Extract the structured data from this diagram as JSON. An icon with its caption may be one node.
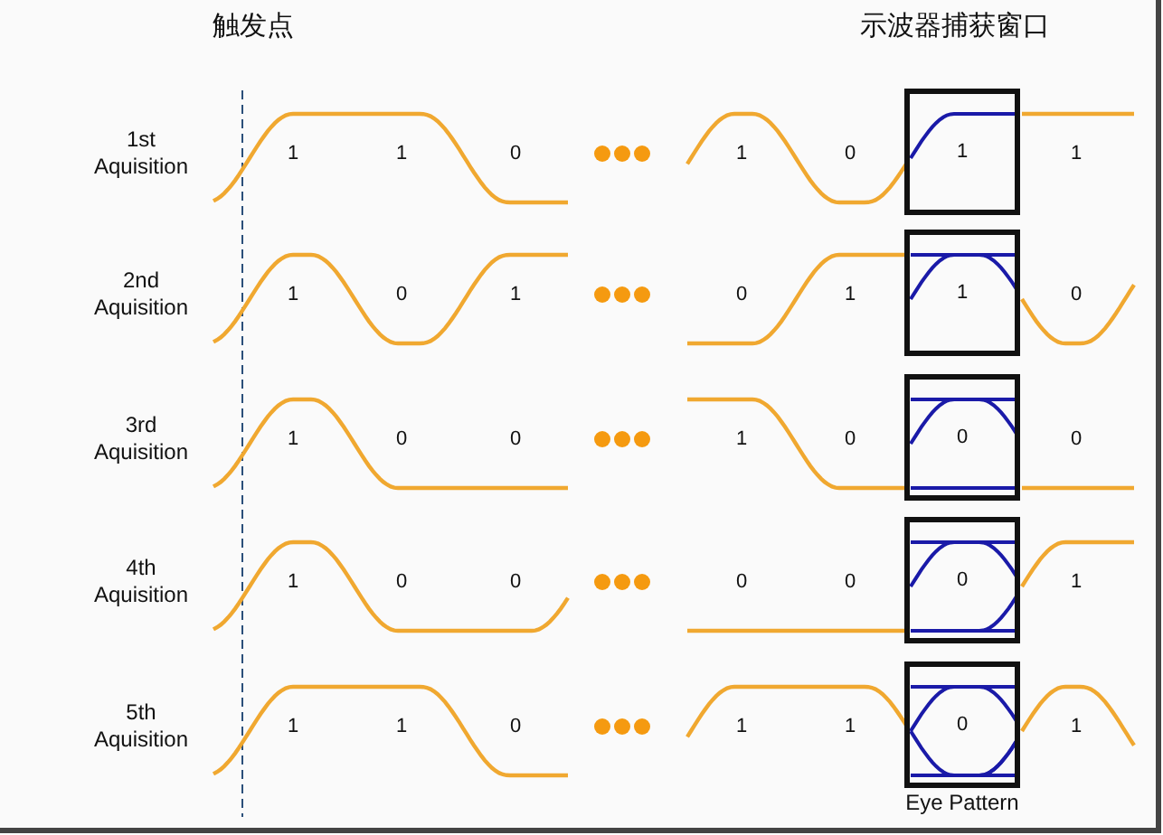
{
  "diagram": {
    "nodes": [
      {
        "text": [
          "1"
        ]
      },
      {
        "text": [
          "1"
        ]
      },
      {
        "text": [
          "0"
        ]
      },
      {
        "text": [
          "0"
        ]
      },
      {
        "text": [
          "0"
        ],
        "beside": [
          "Eye Pattern"
        ]
      }
    ],
    "labels": [
      "触发点",
      "示波器捕获窗口",
      "1st Aquisition",
      "1",
      "1",
      "0",
      "1",
      "0",
      "1",
      "2nd Aquisition",
      "1",
      "0",
      "1",
      "0",
      "1",
      "0",
      "3rd Aquisition",
      "1",
      "0",
      "0",
      "1",
      "0",
      "0",
      "4th Aquisition",
      "1",
      "0",
      "0",
      "0",
      "0",
      "1",
      "5th Aquisition",
      "1",
      "1",
      "0",
      "1",
      "1",
      "1"
    ]
  }
}
